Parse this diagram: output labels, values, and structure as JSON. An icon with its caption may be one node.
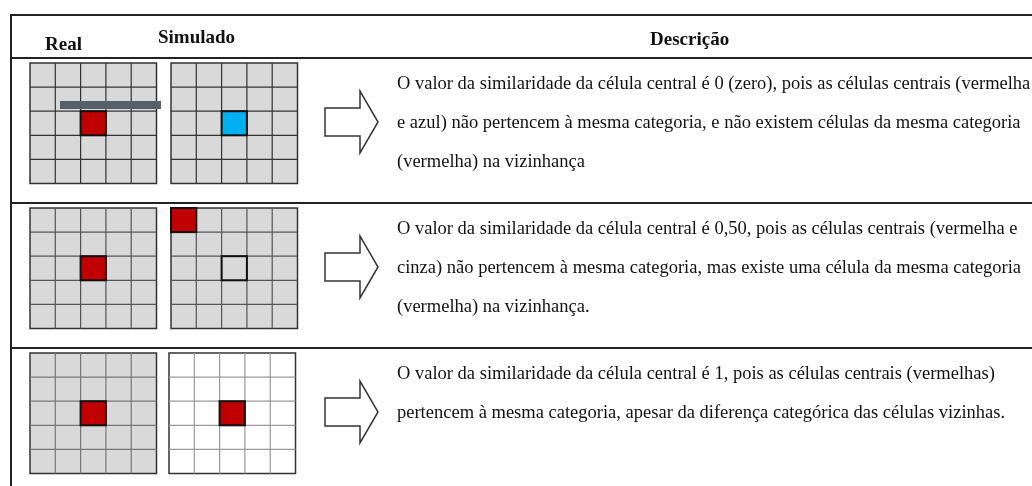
{
  "diagram": {
    "labels": [
      "Real",
      "Simulado",
      "Descrição",
      "O valor da similaridade da célula central é 0 (zero), pois as células centrais (vermelha e azul) não pertencem à mesma categoria, e não existem células da mesma categoria (vermelha) na vizinhança",
      "O valor da similaridade da célula central é 0,50, pois as células centrais (vermelha e cinza) não pertencem à mesma categoria, mas existe uma célula da mesma categoria (vermelha) na vizinhança.",
      "O valor da similaridade da célula central é 1, pois as células centrais (vermelhas) pertencem à mesma categoria, apesar da diferença categórica das células vizinhas."
    ]
  }
}
